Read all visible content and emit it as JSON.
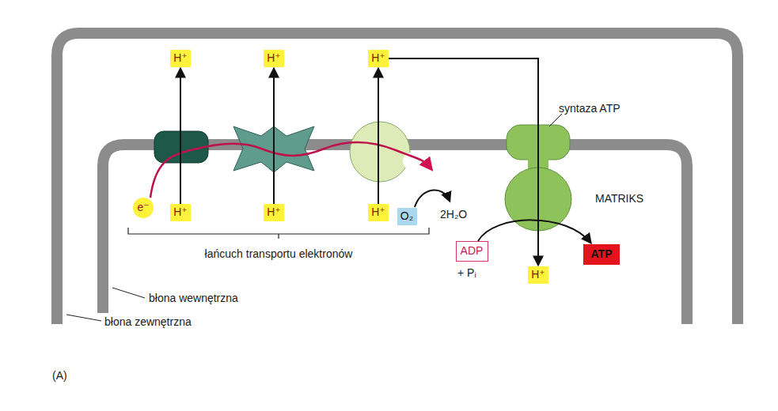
{
  "diagram": {
    "nodes": [
      {
        "text": [
          "H⁺"
        ]
      },
      {
        "text": [
          "H⁺"
        ]
      },
      {
        "text": [
          "H⁺"
        ]
      },
      {
        "text": [
          "e⁻"
        ]
      },
      {
        "text": [
          "H⁺"
        ]
      },
      {
        "text": [
          "H⁺"
        ]
      },
      {
        "text": [
          "H⁺"
        ]
      },
      {
        "text": [
          "O₂"
        ]
      },
      {
        "text": [
          "ADP"
        ]
      },
      {
        "text": [
          "ATP"
        ]
      },
      {
        "text": [
          "H⁺"
        ]
      }
    ],
    "edges": [
      {
        "from": 4,
        "to": 0,
        "arrow": "to"
      },
      {
        "from": 5,
        "to": 1,
        "arrow": "to"
      },
      {
        "from": 6,
        "to": 2,
        "arrow": "to"
      },
      {
        "from": 2,
        "to": 10,
        "arrow": "to"
      },
      {
        "from": 8,
        "to": 9,
        "arrow": "to"
      }
    ],
    "labels": [
      "syntaza ATP",
      "MATRIKS",
      "2H₂O",
      "+ Pᵢ",
      "łańcuch transportu elektronów",
      "błona wewnętrzna",
      "błona zewnętrzna",
      "(A)"
    ]
  }
}
